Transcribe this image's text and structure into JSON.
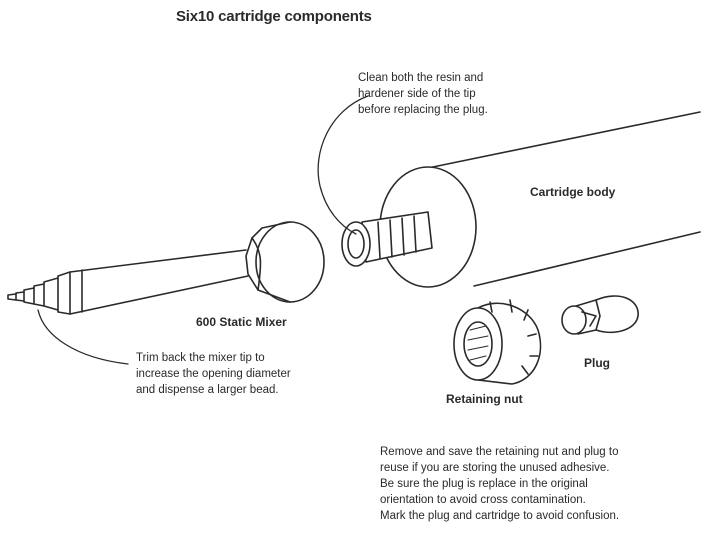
{
  "title": "Six10 cartridge components",
  "labels": {
    "cartridge_body": "Cartridge body",
    "static_mixer": "600 Static Mixer",
    "plug": "Plug",
    "retaining_nut": "Retaining nut"
  },
  "notes": {
    "clean_tip": "Clean both the resin and\nhardener side of the tip\nbefore replacing the plug.",
    "trim_mixer": "Trim back the mixer tip to\nincrease the opening diameter\nand dispense a larger bead.",
    "remove_save": "Remove and save the retaining nut and plug to\nreuse if you are storing the unused adhesive.\nBe sure the plug is replace in the original\norientation to avoid cross contamination.\nMark the plug and cartridge to avoid confusion."
  },
  "colors": {
    "ink": "#2a2a2a",
    "background": "#ffffff"
  }
}
